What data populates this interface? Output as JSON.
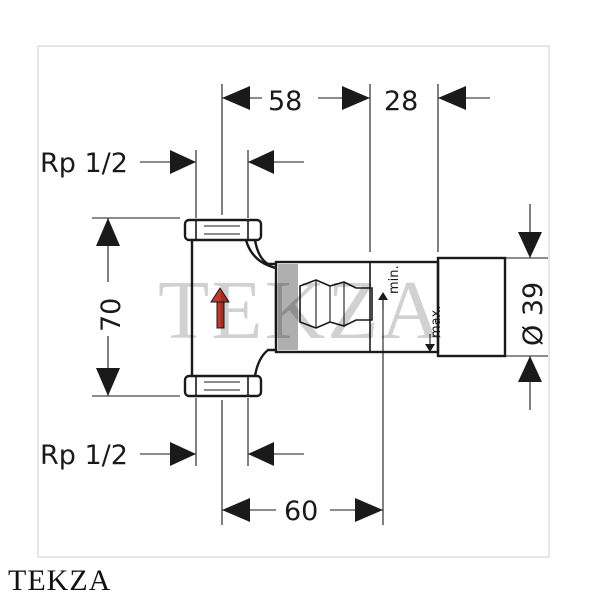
{
  "dimensions": {
    "top_left": "58",
    "top_right": "28",
    "bottom": "60",
    "height": "70",
    "diameter": "Ø 39",
    "thread_top": "Rp 1/2",
    "thread_bottom": "Rp 1/2"
  },
  "depth_labels": {
    "min": "min.",
    "max": "max."
  },
  "watermark": "TEKZA",
  "brand": "TEKZA",
  "colors": {
    "flow_arrow": "#c0392b",
    "line": "#1a1a1a",
    "frame": "#cfcfcf"
  },
  "icons": {
    "flow": "flow-direction-arrow-icon"
  }
}
